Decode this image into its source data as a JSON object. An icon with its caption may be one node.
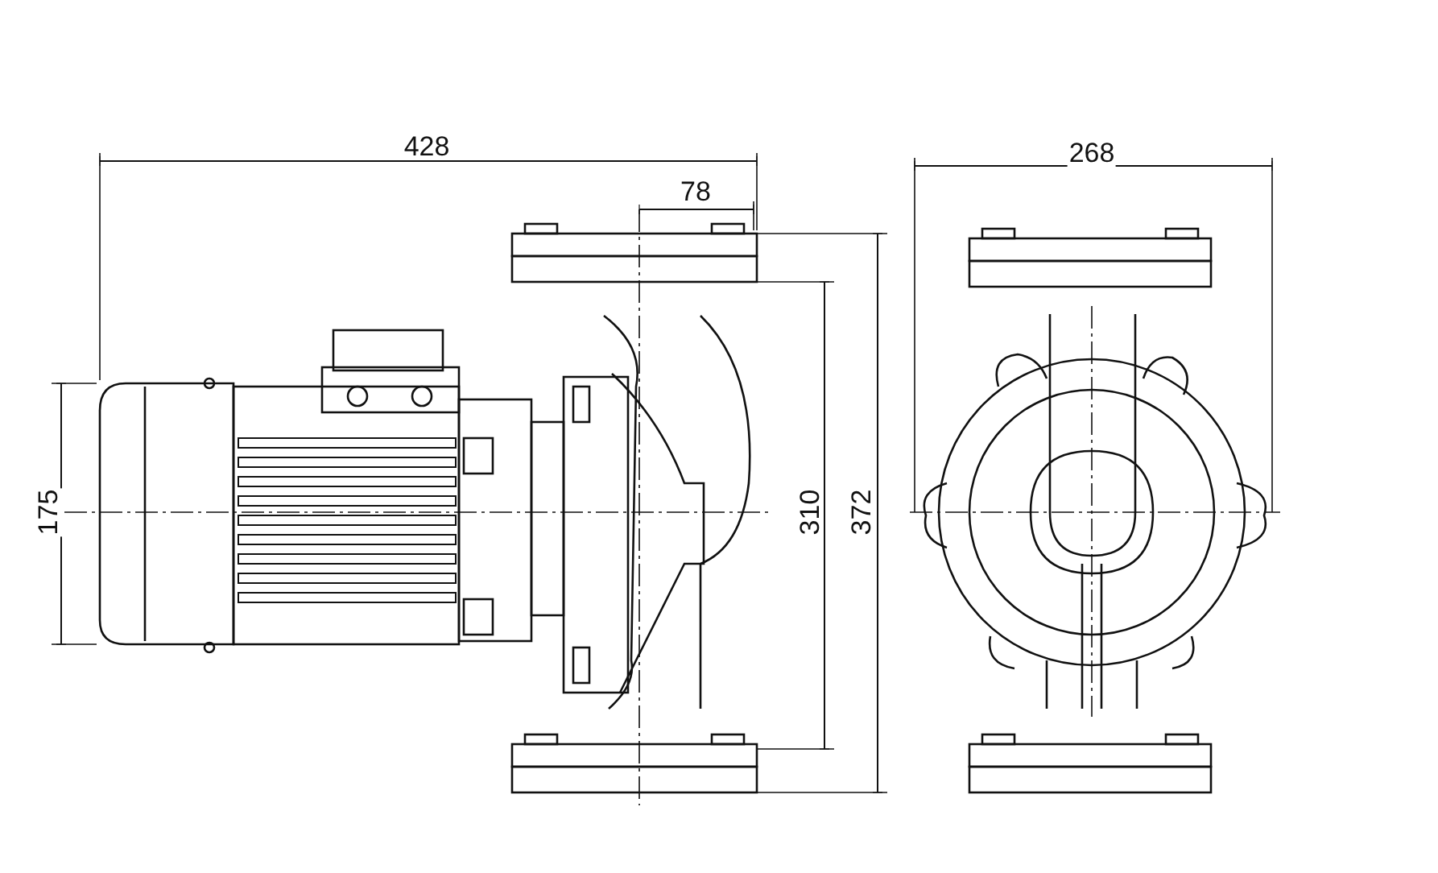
{
  "diagram": {
    "labels": [
      "428",
      "78",
      "268",
      "175",
      "310",
      "372"
    ]
  }
}
